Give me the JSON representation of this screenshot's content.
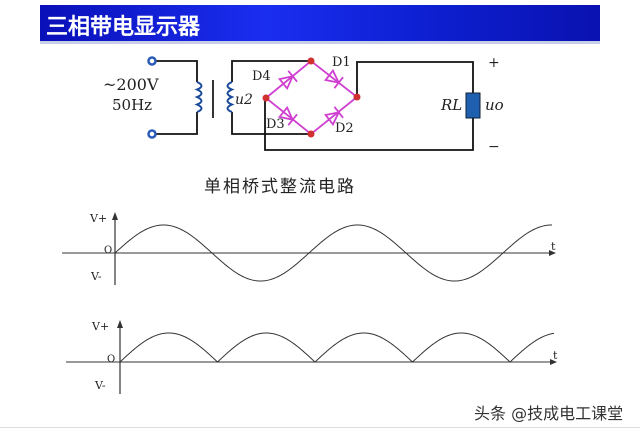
{
  "header": {
    "title": "三相带电显示器"
  },
  "circuit": {
    "source_voltage": "~200V",
    "source_frequency": "50Hz",
    "secondary_label": "u2",
    "diodes": [
      "D1",
      "D2",
      "D3",
      "D4"
    ],
    "load_label": "RL",
    "output_label": "uo",
    "plus": "+",
    "minus": "−",
    "caption": "单相桥式整流电路",
    "colors": {
      "wire": "#111111",
      "bridge": "#d040d0",
      "node": "#d03030",
      "terminal": "#2a5ab8",
      "coil": "#1a4a9a",
      "resistor": "#1f5fb0"
    }
  },
  "waveforms": [
    {
      "type": "sine",
      "v_plus": "V+",
      "v_minus": "V-",
      "origin": "O",
      "t_label": "t"
    },
    {
      "type": "full-wave-rectified",
      "v_plus": "V+",
      "v_minus": "V-",
      "origin": "O",
      "t_label": "t"
    }
  ],
  "watermark": "头条 @技成电工课堂"
}
